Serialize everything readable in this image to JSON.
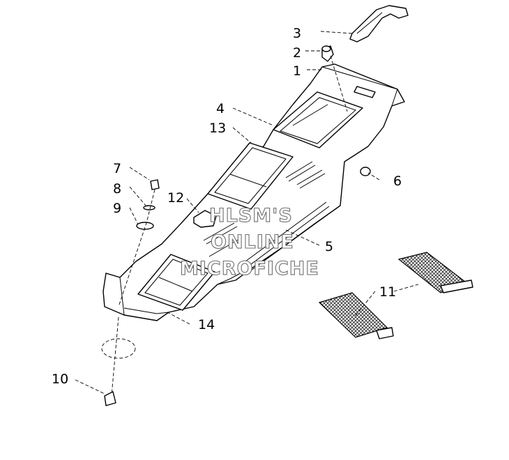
{
  "callouts": {
    "c1": "1",
    "c2": "2",
    "c3": "3",
    "c4": "4",
    "c5": "5",
    "c6": "6",
    "c7": "7",
    "c8": "8",
    "c9": "9",
    "c10": "10",
    "c11": "11",
    "c12": "12",
    "c13": "13",
    "c14": "14"
  },
  "watermark": {
    "line1": "HLSM'S",
    "line2": "ONLINE",
    "line3": "MICROFICHE"
  }
}
